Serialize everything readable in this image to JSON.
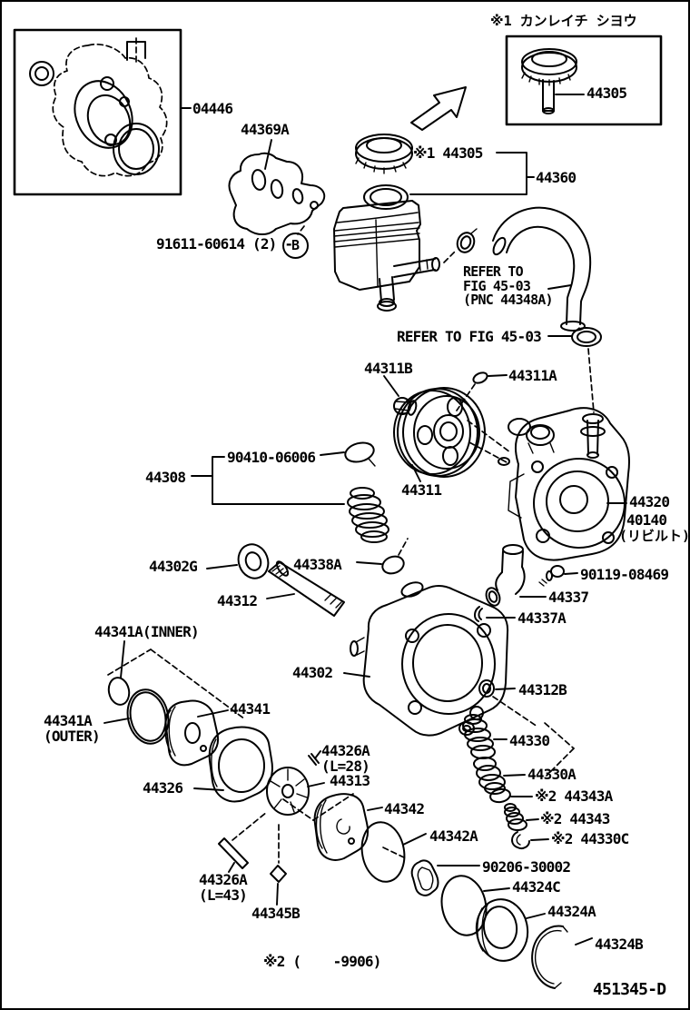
{
  "page": {
    "background": "#ffffff",
    "line_color": "#000000",
    "figure_code": "451345-D"
  },
  "notes": {
    "cold_region_note": "※1 カンレイチ シヨウ",
    "applicability_note": "※2 (    -9906)",
    "rebuilt_note": "(リビルト)",
    "refer_fig_pnc": "REFER TO\nFIG 45-03\n(PNC 44348A)",
    "refer_fig": "REFER TO FIG 45-03"
  },
  "labels": {
    "p44305_inset": "44305",
    "p04446": "04446",
    "p44369A": "44369A",
    "p44305": "※1 44305",
    "p44360": "44360",
    "p91611": "91611-60614 (2) -",
    "b_marker": "B",
    "p44311B": "44311B",
    "p44311A": "44311A",
    "p90410": "90410-06006",
    "p44308": "44308",
    "p44311": "44311",
    "p44320": "44320",
    "p40140": "40140",
    "p44302G": "44302G",
    "p44338A": "44338A",
    "p44312": "44312",
    "p90119": "90119-08469",
    "p44337": "44337",
    "p44337A": "44337A",
    "p44341A_inner": "44341A(INNER)",
    "p44302": "44302",
    "p44312B": "44312B",
    "p44341A_outer": "44341A\n(OUTER)",
    "p44341": "44341",
    "p44330": "44330",
    "p44326A_28": "44326A\n(L=28)",
    "p44313": "44313",
    "p44330A": "44330A",
    "p44343A": "※2 44343A",
    "p44342": "44342",
    "p44343": "※2 44343",
    "p44342A": "44342A",
    "p44330C": "※2 44330C",
    "p44326": "44326",
    "p90206": "90206-30002",
    "p44324C": "44324C",
    "p44326A_43": "44326A\n(L=43)",
    "p44324A": "44324A",
    "p44345B": "44345B",
    "p44324B": "44324B",
    "footer_code": "451345-D"
  }
}
